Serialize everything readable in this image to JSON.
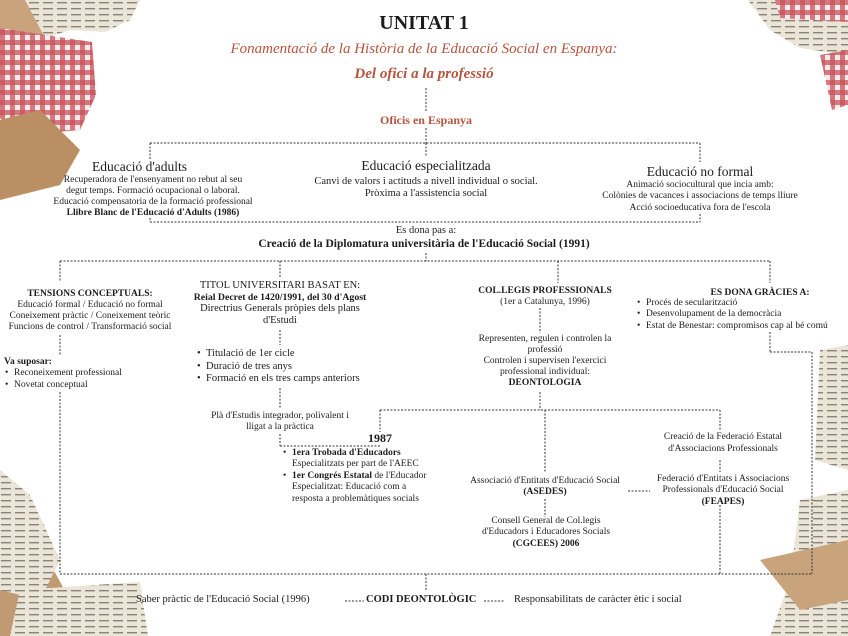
{
  "header": {
    "title": "UNITAT 1",
    "subtitle": "Fonamentació de la Història de la Educació Social en Espanya:",
    "tagline": "Del ofici a la professió"
  },
  "colors": {
    "accent": "#b5553f",
    "line": "#333333",
    "paper": "#e7dcc7"
  },
  "oficis": {
    "title": "Oficis en Espanya",
    "adults": {
      "title": "Educació d'adults",
      "lines": [
        "Recuperadora de l'ensenyament no rebut al seu",
        "degut temps. Formació ocupacional o laboral.",
        "Educació compensatoria de la formació professional"
      ],
      "bold": "Llibre Blanc de l'Educació d'Adults (1986)"
    },
    "especialitzada": {
      "title": "Educació especialitzada",
      "lines": [
        "Canvi de valors i actituds a nivell individual o social.",
        "Pròxima a l'assistencia social"
      ]
    },
    "noformal": {
      "title": "Educació no formal",
      "lines": [
        "Animació sociocultural que incia amb:",
        "Colònies de vacances i associacions de temps lliure",
        "Acció socioeducativa fora de l'escola"
      ]
    }
  },
  "creacio": {
    "intro": "Es dona pas a:",
    "title": "Creació de la Diplomatura universitària de l'Educació Social (1991)"
  },
  "tensions": {
    "title": "TENSIONS CONCEPTUALS:",
    "lines": [
      "Educació formal / Educació no formal",
      "Coneixement pràctic / Coneixement teòric",
      "Funcions de control / Transformació social"
    ],
    "suposar_title": "Va suposar:",
    "suposar_items": [
      "Reconeixement professional",
      "Novetat conceptual"
    ]
  },
  "titol": {
    "title": "TITOL UNIVERSITARI BASAT EN:",
    "bold": "Reial Decret de 1420/1991, del 30 d'Agost",
    "lines": [
      "Directrius Generals pròpies dels plans",
      "d'Estudi"
    ],
    "items": [
      "Titulació de 1er cicle",
      "Duració de tres anys",
      "Formació en els tres camps anteriors"
    ],
    "pla": [
      "Plà d'Estudis integrador, polivalent i",
      "lligat a la pràctica"
    ]
  },
  "collegis": {
    "title": "COL.LEGIS PROFESSIONALS",
    "sub": "(1er a Catalunya, 1996)",
    "lines": [
      "Representen, regulen i controlen la",
      "professió",
      "Controlen i supervisen l'exercici",
      "professional individual:"
    ],
    "bold": "DEONTOLOGIA"
  },
  "gracies": {
    "title": "ES DONA GRÀCIES A:",
    "items": [
      "Procés de secularització",
      "Desenvolupament de la democràcia",
      "Estat de Benestar: compromisos cap al bé comú"
    ]
  },
  "y1987": {
    "year": "1987",
    "item1_bold": "1era Trobada d'Educadors",
    "item1_rest": "Especialitzats per part de l'AEEC",
    "item2_bold": "1er Congrés Estatal",
    "item2_rest1": " de l'Educador",
    "item2_rest2": [
      "Especialitzat: Educació com a",
      "resposta a problemàtiques socials"
    ]
  },
  "federacio": {
    "lines": [
      "Creació de la Federació Estatal",
      "d'Associacions Professionals"
    ]
  },
  "asedes": {
    "line": "Associació d'Entitats d'Educació Social",
    "bold": "(ASEDES)"
  },
  "feapes": {
    "lines": [
      "Federació d'Entitats i Associacions",
      "Professionals d'Educació Social"
    ],
    "bold": "(FEAPES)"
  },
  "cgcees": {
    "lines": [
      "Consell General de Col.legis",
      "d'Educadors i Educadores Socials"
    ],
    "bold": "(CGCEES) 2006"
  },
  "codi": {
    "left": "Saber pràctic de l'Educació Social (1996)",
    "center": "CODI DEONTOLÒGIC",
    "right": "Responsabilitats de caràcter ètic i social"
  }
}
